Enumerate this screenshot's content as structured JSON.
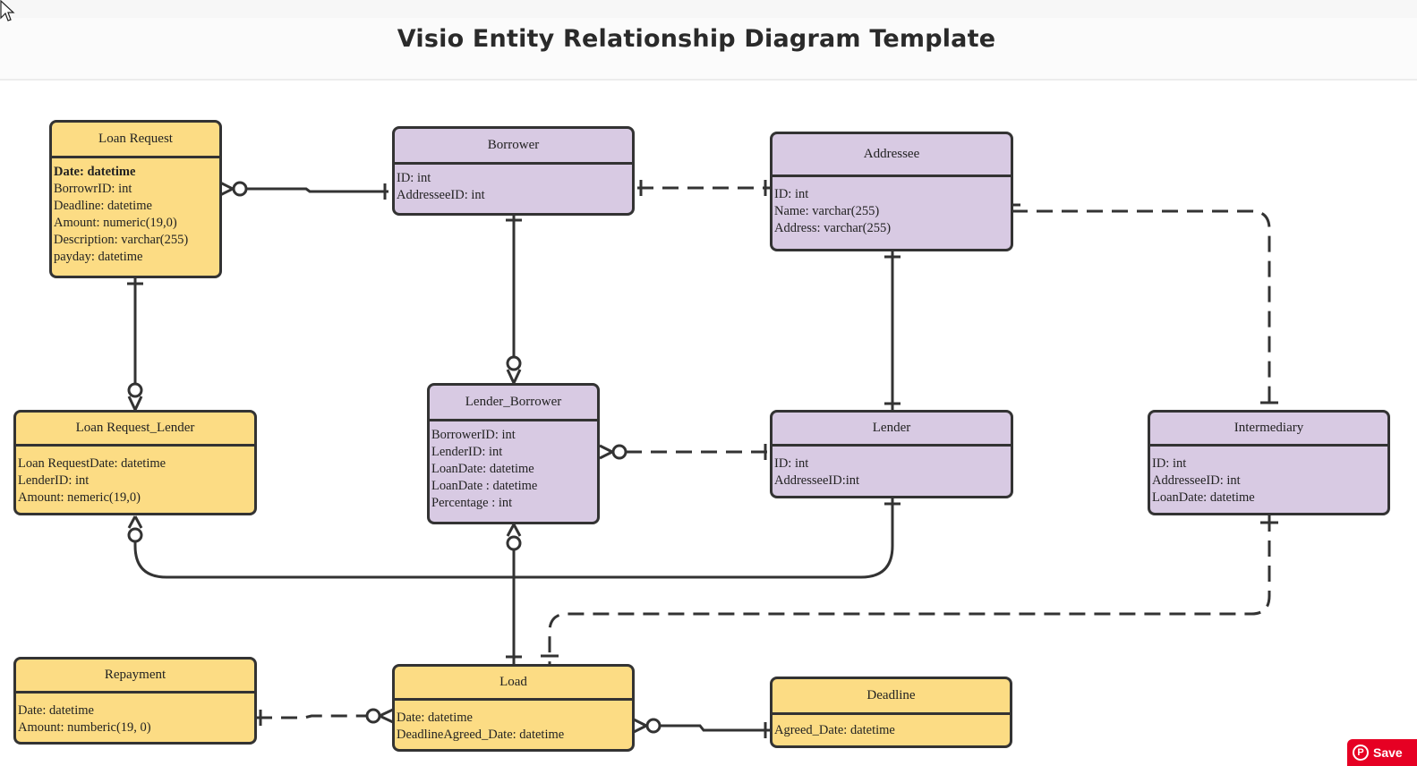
{
  "title": "Visio Entity Relationship Diagram Template",
  "save_button": {
    "label": "Save",
    "icon": "pinterest-icon",
    "color": "#e60023"
  },
  "colors": {
    "yellow_entity": "#fcdc84",
    "purple_entity": "#d8cae3",
    "line": "#333333"
  },
  "entities": {
    "loan_request": {
      "name": "Loan Request",
      "fields": [
        "Date: datetime",
        "BorrowrID: int",
        "Deadline: datetime",
        "Amount: numeric(19,0)",
        "Description: varchar(255)",
        "payday: datetime"
      ]
    },
    "borrower": {
      "name": "Borrower",
      "fields": [
        "ID: int",
        "AddresseeID: int"
      ]
    },
    "addressee": {
      "name": "Addressee",
      "fields": [
        "ID: int",
        "Name: varchar(255)",
        "Address: varchar(255)"
      ]
    },
    "loan_request_lender": {
      "name": "Loan Request_Lender",
      "fields": [
        "Loan RequestDate: datetime",
        "LenderID: int",
        "Amount: nemeric(19,0)"
      ]
    },
    "lender_borrower": {
      "name": "Lender_Borrower",
      "fields": [
        "BorrowerID: int",
        "LenderID: int",
        "LoanDate: datetime",
        "LoanDate : datetime",
        "Percentage : int"
      ]
    },
    "lender": {
      "name": "Lender",
      "fields": [
        "ID: int",
        "AddresseeID:int"
      ]
    },
    "intermediary": {
      "name": "Intermediary",
      "fields": [
        "ID: int",
        "AddresseeID: int",
        "LoanDate: datetime"
      ]
    },
    "repayment": {
      "name": "Repayment",
      "fields": [
        "Date: datetime",
        "Amount: numberic(19, 0)"
      ]
    },
    "load": {
      "name": "Load",
      "fields": [
        "Date: datetime",
        "DeadlineAgreed_Date: datetime"
      ]
    },
    "deadline": {
      "name": "Deadline",
      "fields": [
        "Agreed_Date: datetime"
      ]
    }
  }
}
